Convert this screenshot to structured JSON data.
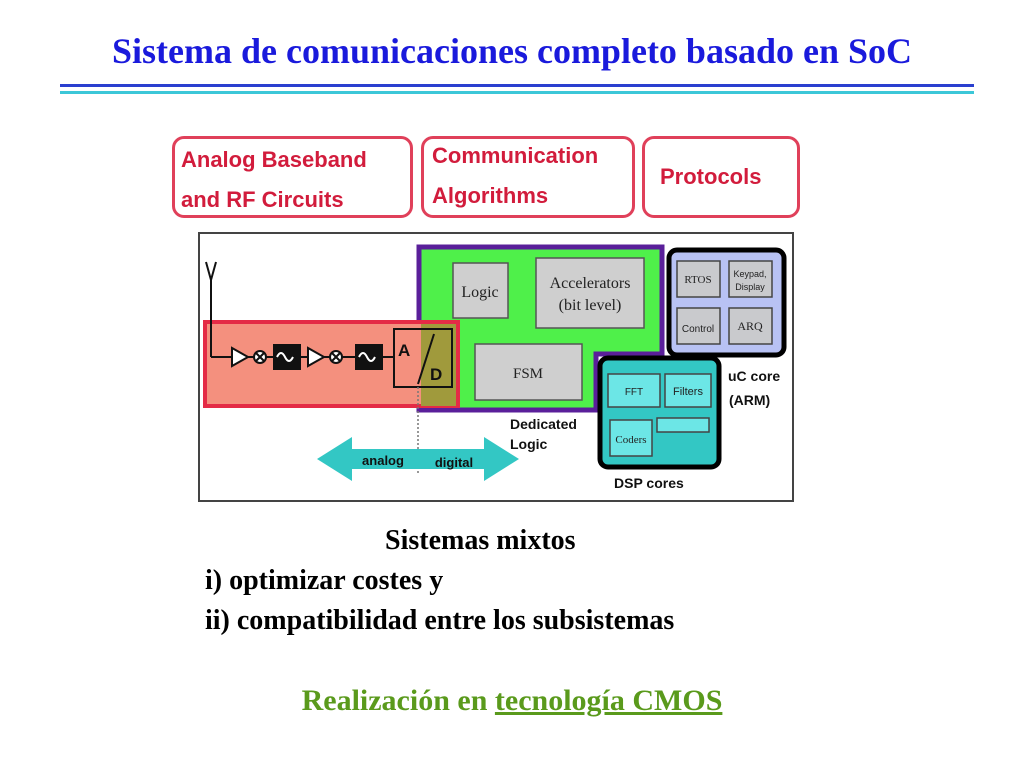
{
  "title": "Sistema de comunicaciones completo basado en SoC",
  "categories": {
    "analog_line1": "Analog Baseband",
    "analog_line2": "and RF Circuits",
    "comm_line1": "Communication",
    "comm_line2": "Algorithms",
    "protocols": "Protocols"
  },
  "diagram": {
    "logic": "Logic",
    "accelerators_line1": "Accelerators",
    "accelerators_line2": "(bit level)",
    "fsm": "FSM",
    "rtos": "RTOS",
    "keypad_line1": "Keypad,",
    "keypad_line2": "Display",
    "control": "Control",
    "arq": "ARQ",
    "uc_core_line1": "uC core",
    "uc_core_line2": "(ARM)",
    "fft": "FFT",
    "filters": "Filters",
    "coders": "Coders",
    "dsp_cores": "DSP cores",
    "dedicated_line1": "Dedicated",
    "dedicated_line2": "Logic",
    "adc_a": "A",
    "adc_d": "D",
    "arrow_analog": "analog",
    "arrow_digital": "digital"
  },
  "body": {
    "heading": "Sistemas mixtos",
    "item1": "i) optimizar costes y",
    "item2": "ii) compatibilidad entre los subsistemas"
  },
  "footer": {
    "prefix": "Realización en ",
    "underlined": "tecnología CMOS"
  },
  "colors": {
    "title": "#1a1adc",
    "category_border": "#e0405a",
    "analog_fill": "#f4907e",
    "analog_border": "#e42b46",
    "dedicated_fill": "#4ff04a",
    "dedicated_border": "#5a1f9a",
    "uc_fill": "#b8c2f4",
    "dsp_fill": "#33c7c4",
    "footer": "#5a9a1c"
  }
}
